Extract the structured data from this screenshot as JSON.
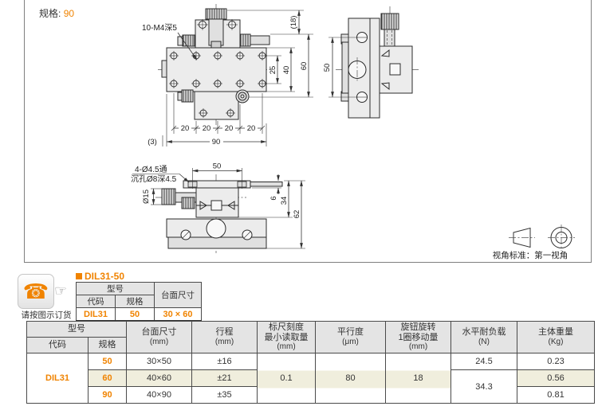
{
  "page": {
    "spec_label": "规格:",
    "spec_value": "90"
  },
  "colors": {
    "accent": "#f08300",
    "row_highlight": "#f0eedd",
    "header_bg": "#e4e4e4"
  },
  "drawing": {
    "top_view": {
      "thread_note": "10-M4深5",
      "dim_18": "(18)",
      "dim_25": "25",
      "dim_40": "40",
      "dim_60": "60",
      "dim_20": "20",
      "dim_90": "90",
      "dim_3": "(3)"
    },
    "side_view": {
      "dim_50": "50"
    },
    "front_view": {
      "hole_note_1": "4-Ø4.5通",
      "hole_note_2": "沉孔Ø8深4.5",
      "dim_d15": "Ø15",
      "dim_50": "50",
      "dim_6": "6",
      "dim_34": "34",
      "dim_62": "62"
    },
    "projection": {
      "label": "视角标准：第一视角"
    }
  },
  "order_panel": {
    "phone_glyph": "☎",
    "hand_glyph": "☞",
    "note": "请按图示订货"
  },
  "model_table": {
    "title": "DIL31-50",
    "header_model": "型号",
    "header_code": "代码",
    "header_spec": "规格",
    "header_size": "台面尺寸",
    "code": "DIL31",
    "spec": "50",
    "size": "30 × 60"
  },
  "spec_table": {
    "header": {
      "model": "型号",
      "code": "代码",
      "spec": "规格",
      "size": "台面尺寸",
      "size_unit": "(mm)",
      "stroke": "行程",
      "stroke_unit": "(mm)",
      "scale_1": "标尺刻度",
      "scale_2": "最小读取量",
      "scale_unit": "(mm)",
      "parallel": "平行度",
      "parallel_unit": "(μm)",
      "knob_1": "旋钮旋转",
      "knob_2": "1圈移动量",
      "knob_unit": "(mm)",
      "load": "水平耐负载",
      "load_unit": "(N)",
      "weight": "主体重量",
      "weight_unit": "(Kg)"
    },
    "code_value": "DIL31",
    "scale_value": "0.1",
    "parallel_value": "80",
    "knob_value": "18",
    "load_row1": "24.5",
    "load_row23": "34.3",
    "rows": [
      {
        "spec": "50",
        "size": "30×50",
        "stroke": "±16",
        "weight": "0.23"
      },
      {
        "spec": "60",
        "size": "40×60",
        "stroke": "±21",
        "weight": "0.56"
      },
      {
        "spec": "90",
        "size": "40×90",
        "stroke": "±35",
        "weight": "0.81"
      }
    ]
  }
}
